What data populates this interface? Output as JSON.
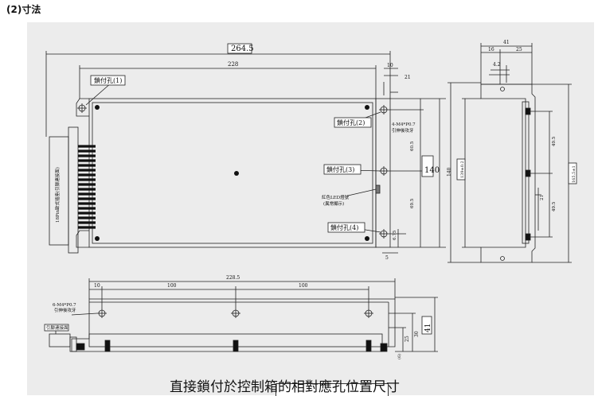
{
  "section_heading": "(2)寸法",
  "caption": "直接鎖付於控制箱的相對應孔位置尺寸",
  "top_view": {
    "dim_total_width": "264.5",
    "dim_inner_width": "228",
    "dim_tab": "10",
    "dim_21": "21",
    "dim_height": "140",
    "dim_60_5": "60.5",
    "dim_69_5": "69.5",
    "dim_6_75": "6.75",
    "dim_5": "5",
    "screw_label_1": "鎖付孔(1)",
    "screw_label_2": "鎖付孔(2)",
    "screw_label_3": "鎖付孔(3)",
    "screw_label_4": "鎖付孔(4)",
    "thread_note_line1": "4-M4*P0.7",
    "thread_note_line2": "引伸後攻牙",
    "led_note_line1": "紅色LED燈號",
    "led_note_line2": "(異常顯示)",
    "connector_label": "18Pin歐式插座(引腳連接面)"
  },
  "side_view": {
    "dim_41": "41",
    "dim_16": "16",
    "dim_25": "25",
    "dim_4_2": "4.2",
    "dim_139": "139±0.2",
    "dim_140": "140",
    "dim_165": "165.5±1",
    "dim_49_5_top": "49.5",
    "dim_49_5_bottom": "49.5",
    "dim_21": "21"
  },
  "bottom_view": {
    "dim_total": "228.5",
    "dim_10": "10",
    "dim_100_a": "100",
    "dim_100_b": "100",
    "dim_41": "41",
    "dim_25": "25",
    "dim_30": "30",
    "dim_6": "(6)",
    "thread_note_line1": "6-M4*P0.7",
    "thread_note_line2": "引伸後攻牙",
    "pin_label": "引腳連接面"
  }
}
